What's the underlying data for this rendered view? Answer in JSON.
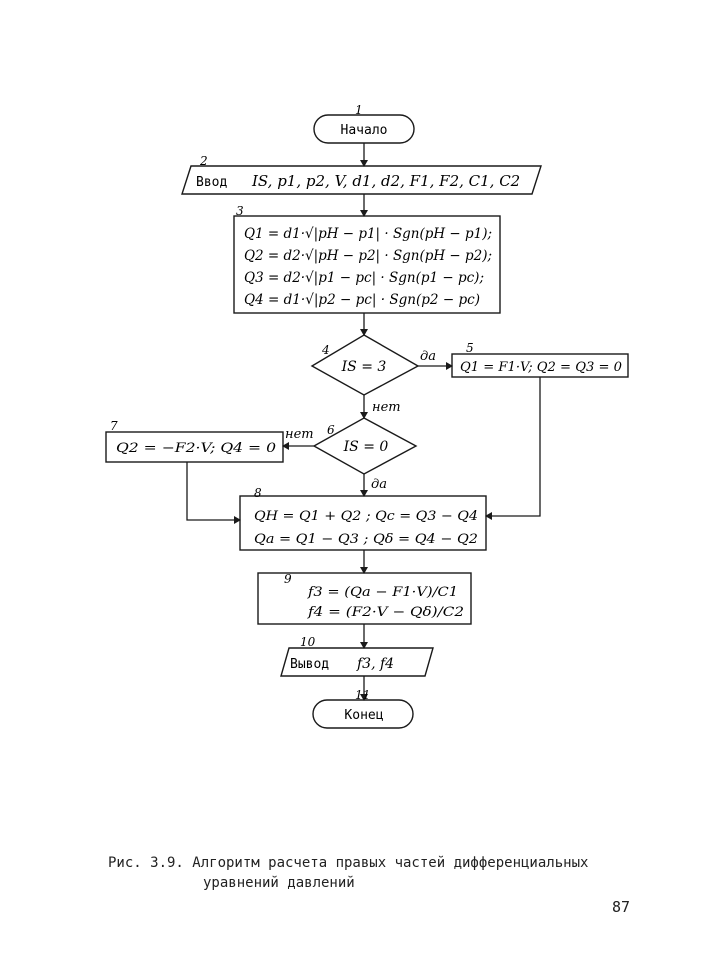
{
  "nodes": {
    "n1": {
      "num": "1",
      "text": "Начало"
    },
    "n2": {
      "num": "2",
      "label": "Ввод",
      "text": "IS, p1, p2, V, d1, d2, F1, F2, C1, C2"
    },
    "n3": {
      "num": "3",
      "lines": [
        "Q1 = d1·√|pH − p1| · Sgn(pH − p1);",
        "Q2 = d2·√|pH − p2| · Sgn(pH − p2);",
        "Q3 = d2·√|p1 − pc| · Sgn(p1 − pc);",
        "Q4 = d1·√|p2 − pc| · Sgn(p2 − pc)"
      ]
    },
    "n4": {
      "num": "4",
      "text": "IS = 3"
    },
    "n5": {
      "num": "5",
      "text": "Q1 = F1·V;  Q2 = Q3 = 0"
    },
    "n6": {
      "num": "6",
      "text": "IS = 0"
    },
    "n7": {
      "num": "7",
      "text": "Q2 = −F2·V;  Q4 = 0"
    },
    "n8": {
      "num": "8",
      "lines": [
        "QH = Q1 + Q2 ;  Qc = Q3 − Q4",
        "Qa = Q1 − Q3 ;  Qδ = Q4 − Q2"
      ]
    },
    "n9": {
      "num": "9",
      "lines": [
        "f3 = (Qa − F1·V)/C1",
        "f4 = (F2·V − Qδ)/C2"
      ]
    },
    "n10": {
      "num": "10",
      "label": "Вывод",
      "text": "f3, f4"
    },
    "n11": {
      "num": "11",
      "text": "Конец"
    }
  },
  "edge_labels": {
    "n4_yes": "да",
    "n4_no": "нет",
    "n6_no": "нет",
    "n6_yes": "да"
  },
  "caption": {
    "line1": "Рис. 3.9. Алгоритм расчета правых частей дифференциальных",
    "line2": "уравнений давлений"
  },
  "page_number": "87"
}
